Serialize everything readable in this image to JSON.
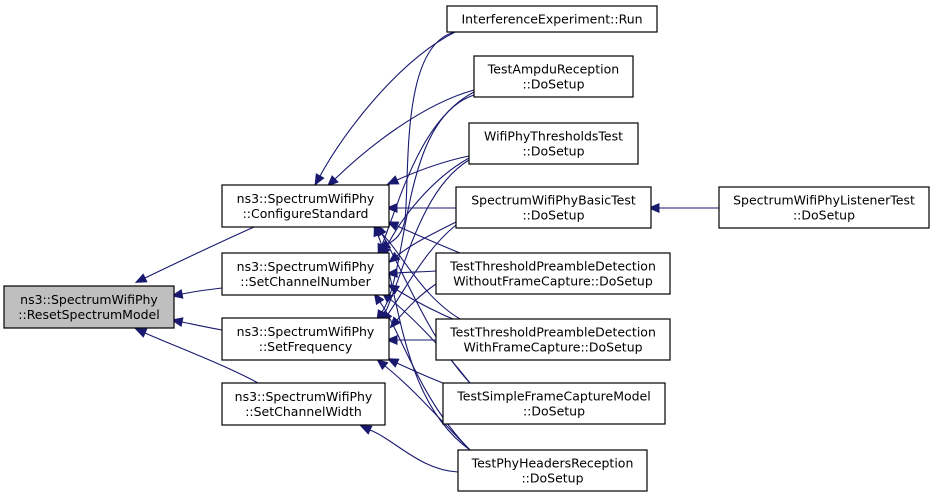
{
  "graph": {
    "nodes": [
      {
        "id": "reset",
        "lines": [
          "ns3::SpectrumWifiPhy",
          "::ResetSpectrumModel"
        ],
        "highlighted": true
      },
      {
        "id": "configure",
        "lines": [
          "ns3::SpectrumWifiPhy",
          "::ConfigureStandard"
        ]
      },
      {
        "id": "setchannelnumber",
        "lines": [
          "ns3::SpectrumWifiPhy",
          "::SetChannelNumber"
        ]
      },
      {
        "id": "setfrequency",
        "lines": [
          "ns3::SpectrumWifiPhy",
          "::SetFrequency"
        ]
      },
      {
        "id": "setchannelwidth",
        "lines": [
          "ns3::SpectrumWifiPhy",
          "::SetChannelWidth"
        ]
      },
      {
        "id": "interference",
        "lines": [
          "InterferenceExperiment::Run"
        ]
      },
      {
        "id": "ampdu",
        "lines": [
          "TestAmpduReception",
          "::DoSetup"
        ]
      },
      {
        "id": "thresholds",
        "lines": [
          "WifiPhyThresholdsTest",
          "::DoSetup"
        ]
      },
      {
        "id": "basic",
        "lines": [
          "SpectrumWifiPhyBasicTest",
          "::DoSetup"
        ]
      },
      {
        "id": "listener",
        "lines": [
          "SpectrumWifiPhyListenerTest",
          "::DoSetup"
        ]
      },
      {
        "id": "withoutcapture",
        "lines": [
          "TestThresholdPreambleDetection",
          "WithoutFrameCapture::DoSetup"
        ]
      },
      {
        "id": "withcapture",
        "lines": [
          "TestThresholdPreambleDetection",
          "WithFrameCapture::DoSetup"
        ]
      },
      {
        "id": "simplecapture",
        "lines": [
          "TestSimpleFrameCaptureModel",
          "::DoSetup"
        ]
      },
      {
        "id": "headers",
        "lines": [
          "TestPhyHeadersReception",
          "::DoSetup"
        ]
      }
    ],
    "edges": [
      {
        "from": "configure",
        "to": "reset"
      },
      {
        "from": "setchannelnumber",
        "to": "reset"
      },
      {
        "from": "setfrequency",
        "to": "reset"
      },
      {
        "from": "setchannelwidth",
        "to": "reset"
      },
      {
        "from": "interference",
        "to": "configure"
      },
      {
        "from": "ampdu",
        "to": "configure"
      },
      {
        "from": "thresholds",
        "to": "configure"
      },
      {
        "from": "basic",
        "to": "configure"
      },
      {
        "from": "withoutcapture",
        "to": "configure"
      },
      {
        "from": "withcapture",
        "to": "configure"
      },
      {
        "from": "simplecapture",
        "to": "configure"
      },
      {
        "from": "headers",
        "to": "configure"
      },
      {
        "from": "interference",
        "to": "setchannelnumber"
      },
      {
        "from": "ampdu",
        "to": "setchannelnumber"
      },
      {
        "from": "thresholds",
        "to": "setchannelnumber"
      },
      {
        "from": "basic",
        "to": "setchannelnumber"
      },
      {
        "from": "withoutcapture",
        "to": "setchannelnumber"
      },
      {
        "from": "withcapture",
        "to": "setchannelnumber"
      },
      {
        "from": "simplecapture",
        "to": "setchannelnumber"
      },
      {
        "from": "headers",
        "to": "setchannelnumber"
      },
      {
        "from": "ampdu",
        "to": "setfrequency"
      },
      {
        "from": "thresholds",
        "to": "setfrequency"
      },
      {
        "from": "basic",
        "to": "setfrequency"
      },
      {
        "from": "withoutcapture",
        "to": "setfrequency"
      },
      {
        "from": "withcapture",
        "to": "setfrequency"
      },
      {
        "from": "simplecapture",
        "to": "setfrequency"
      },
      {
        "from": "headers",
        "to": "setfrequency"
      },
      {
        "from": "headers",
        "to": "setchannelwidth"
      },
      {
        "from": "listener",
        "to": "basic"
      }
    ]
  }
}
